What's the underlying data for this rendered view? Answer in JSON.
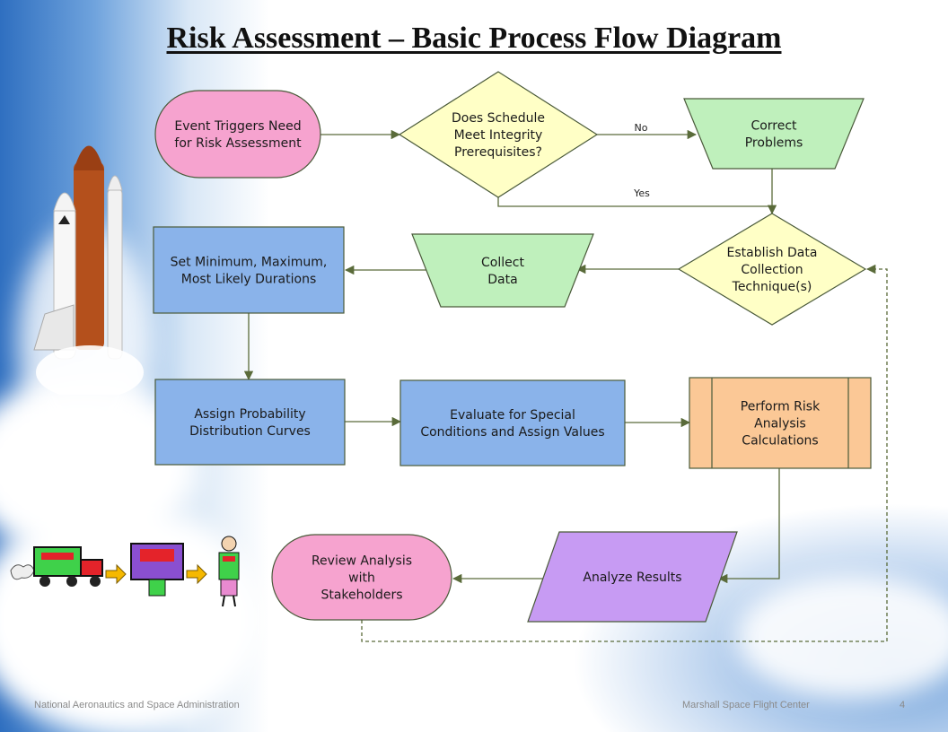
{
  "title": "Risk Assessment  – Basic Process Flow Diagram",
  "footer": {
    "left": "National Aeronautics and Space Administration",
    "center": "Marshall Space Flight Center",
    "page": "4"
  },
  "colors": {
    "pink": "#f6a3cf",
    "yellow": "#ffffc6",
    "green": "#bff0bc",
    "blue": "#8ab3ea",
    "orange": "#fbc896",
    "purple": "#c79bf3",
    "stroke": "#4a5a3a",
    "arrow": "#5a6b3a"
  },
  "nodes": [
    {
      "id": "event",
      "shape": "terminator",
      "color": "pink",
      "lines": [
        "Event Triggers Need",
        "for Risk Assessment"
      ]
    },
    {
      "id": "decision",
      "shape": "diamond",
      "color": "yellow",
      "lines": [
        "Does Schedule",
        "Meet Integrity",
        "Prerequisites?"
      ]
    },
    {
      "id": "correct",
      "shape": "trapezoid",
      "color": "green",
      "lines": [
        "Correct",
        "Problems"
      ]
    },
    {
      "id": "establish",
      "shape": "diamond",
      "color": "yellow",
      "lines": [
        "Establish Data",
        "Collection",
        "Technique(s)"
      ]
    },
    {
      "id": "collect",
      "shape": "trapezoid",
      "color": "green",
      "lines": [
        "Collect",
        "Data"
      ]
    },
    {
      "id": "setmin",
      "shape": "rect",
      "color": "blue",
      "lines": [
        "Set Minimum, Maximum,",
        "Most Likely Durations"
      ]
    },
    {
      "id": "assign",
      "shape": "rect",
      "color": "blue",
      "lines": [
        "Assign Probability",
        "Distribution Curves"
      ]
    },
    {
      "id": "evaluate",
      "shape": "rect",
      "color": "blue",
      "lines": [
        "Evaluate for Special",
        "Conditions and Assign Values"
      ]
    },
    {
      "id": "perform",
      "shape": "process",
      "color": "orange",
      "lines": [
        "Perform Risk",
        "Analysis",
        "Calculations"
      ]
    },
    {
      "id": "analyze",
      "shape": "parallelogram",
      "color": "purple",
      "lines": [
        "Analyze Results"
      ]
    },
    {
      "id": "review",
      "shape": "terminator",
      "color": "pink",
      "lines": [
        "Review Analysis",
        "with",
        "Stakeholders"
      ]
    }
  ],
  "edges": [
    {
      "from": "event",
      "to": "decision"
    },
    {
      "from": "decision",
      "to": "correct",
      "label": "No"
    },
    {
      "from": "decision",
      "to": "establish",
      "label": "Yes"
    },
    {
      "from": "correct",
      "to": "establish"
    },
    {
      "from": "establish",
      "to": "collect"
    },
    {
      "from": "collect",
      "to": "setmin"
    },
    {
      "from": "setmin",
      "to": "assign"
    },
    {
      "from": "assign",
      "to": "evaluate"
    },
    {
      "from": "evaluate",
      "to": "perform"
    },
    {
      "from": "perform",
      "to": "analyze"
    },
    {
      "from": "analyze",
      "to": "review"
    },
    {
      "from": "review",
      "to": "establish",
      "style": "dashed"
    }
  ]
}
